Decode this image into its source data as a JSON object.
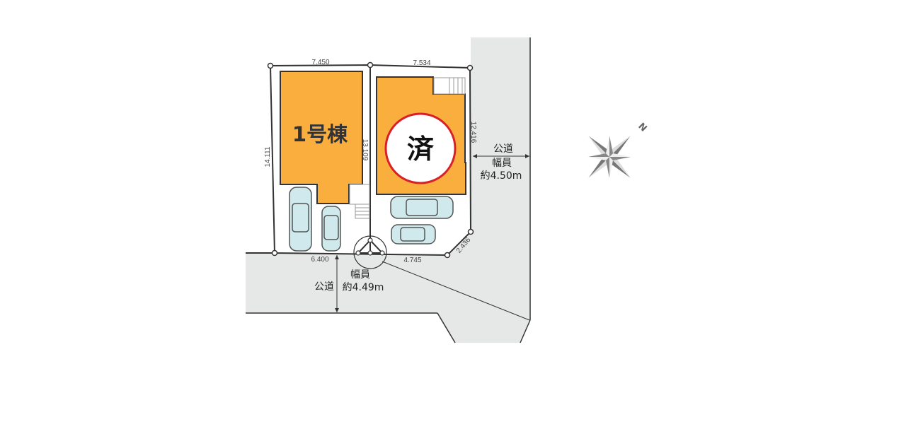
{
  "plan": {
    "building_1_label": "1号棟",
    "sold_label": "済",
    "dimensions": {
      "top_left": "7.450",
      "top_right": "7.534",
      "left_side": "14.111",
      "middle_side": "13.109",
      "right_side": "12.416",
      "bottom_left": "6.400",
      "bottom_right": "4.745",
      "corner_cut": "2.436"
    },
    "road_east": {
      "name": "公道",
      "width_label": "幅員",
      "width_value": "約4.50m"
    },
    "road_south": {
      "name": "公道",
      "width_label": "幅員",
      "width_value": "約4.49m"
    },
    "compass_label": "N"
  },
  "colors": {
    "building": "#f9ae3e",
    "road": "#e6e8e8",
    "car": "#cfe9ec",
    "sold_ring": "#d9202a"
  }
}
